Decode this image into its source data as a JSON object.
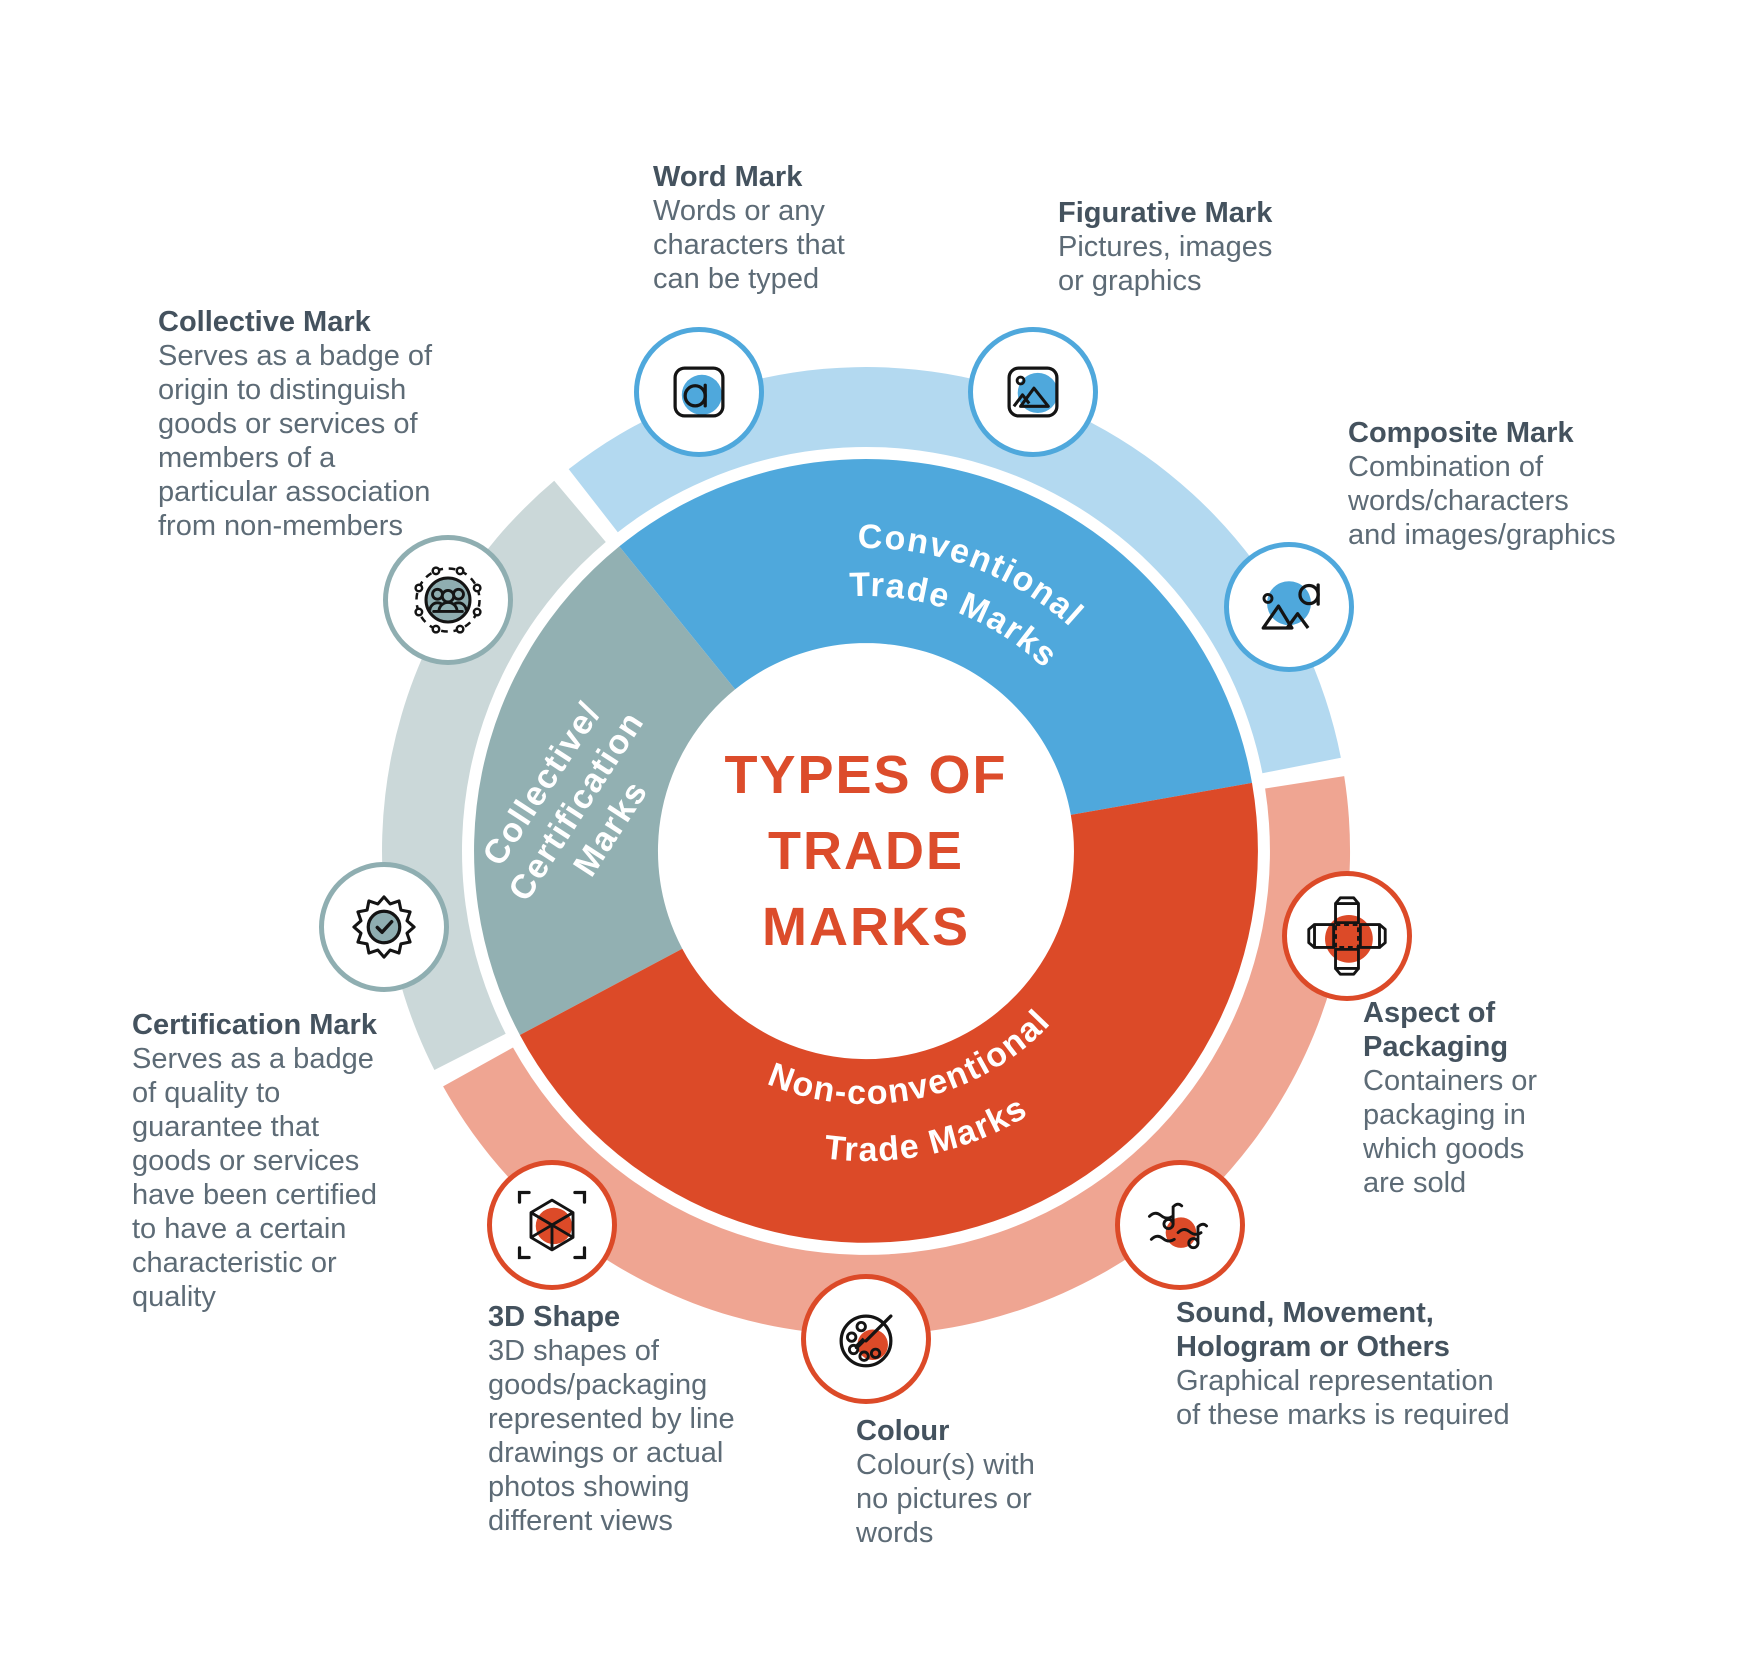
{
  "title": {
    "text": "TYPES OF\nTRADE\nMARKS",
    "color": "#DC4C2B"
  },
  "colors": {
    "conventional_inner": "#4FA8DC",
    "conventional_outer": "#B3D9F0",
    "nonconventional_inner": "#DC4A28",
    "nonconventional_outer": "#EFA592",
    "collective_inner": "#92B0B2",
    "collective_outer": "#CBD8D9",
    "heading_text": "#44525E",
    "body_text": "#5D6B76",
    "ring_label_text": "#FFFFFF"
  },
  "wheel": {
    "segments": [
      {
        "id": "conventional",
        "label": "Conventional Trade Marks",
        "label_lines": [
          "Conventional",
          "Trade Marks"
        ],
        "start_angle": 10,
        "end_angle": 129,
        "inner_color": "#4FA8DC",
        "outer_color": "#B3D9F0",
        "label_side": "top",
        "label_angle": 69.5,
        "label_radii": [
          303,
          255
        ]
      },
      {
        "id": "collective-certification",
        "label": "Collective/ Certification Marks",
        "label_lines": [
          "Collective/",
          "Certification",
          "Marks"
        ],
        "start_angle": 129,
        "end_angle": 208,
        "inner_color": "#92B0B2",
        "outer_color": "#CBD8D9",
        "label_side": "straight",
        "label_angle": 172,
        "label_radius": 284,
        "label_rotation": -57
      },
      {
        "id": "non-conventional",
        "label": "Non-conventional Trade Marks",
        "label_lines": [
          "Non-conventional",
          "Trade Marks"
        ],
        "start_angle": 208,
        "end_angle": 370,
        "inner_color": "#DC4A28",
        "outer_color": "#EFA592",
        "label_side": "bottom",
        "label_angle": 282,
        "label_radii": [
          253,
          310
        ]
      }
    ],
    "nodes": [
      {
        "id": "word",
        "icon": "word-mark-icon",
        "angle": 110,
        "accent": "#4FA8DC"
      },
      {
        "id": "figurative",
        "icon": "figurative-mark-icon",
        "angle": 70,
        "accent": "#4FA8DC"
      },
      {
        "id": "composite",
        "icon": "composite-mark-icon",
        "angle": 30,
        "accent": "#4FA8DC"
      },
      {
        "id": "packaging",
        "icon": "packaging-box-icon",
        "angle": -10,
        "accent": "#DC4A28"
      },
      {
        "id": "sound",
        "icon": "music-notes-icon",
        "angle": -50,
        "accent": "#DC4A28"
      },
      {
        "id": "colour",
        "icon": "colour-palette-icon",
        "angle": -90,
        "accent": "#DC4A28"
      },
      {
        "id": "shape3d",
        "icon": "cube-3d-icon",
        "angle": -130,
        "accent": "#DC4A28"
      },
      {
        "id": "certification",
        "icon": "certification-badge-icon",
        "angle": 189,
        "accent": "#8FAEB1"
      },
      {
        "id": "collective",
        "icon": "collective-people-icon",
        "angle": 149,
        "accent": "#8FAEB1"
      }
    ]
  },
  "labels": {
    "word": {
      "title": "Word Mark",
      "desc": "Words or any\ncharacters that\ncan be typed"
    },
    "figurative": {
      "title": "Figurative Mark",
      "desc": "Pictures, images\nor graphics"
    },
    "composite": {
      "title": "Composite Mark",
      "desc": "Combination of\nwords/characters\nand images/graphics"
    },
    "collective": {
      "title": "Collective Mark",
      "desc": "Serves as a badge of\norigin to distinguish\ngoods or services of\nmembers of a\nparticular association\nfrom non-members"
    },
    "certification": {
      "title": "Certification Mark",
      "desc": "Serves as a badge\nof quality to\nguarantee that\ngoods or services\nhave been certified\nto have a certain\ncharacteristic or\nquality"
    },
    "packaging": {
      "title": "Aspect of\nPackaging",
      "desc": "Containers or\npackaging in\nwhich goods\nare sold"
    },
    "sound": {
      "title": "Sound, Movement,\nHologram or Others",
      "desc": "Graphical representation\nof these marks is required"
    },
    "colour": {
      "title": "Colour",
      "desc": "Colour(s) with\nno pictures or\nwords"
    },
    "shape3d": {
      "title": "3D Shape",
      "desc": "3D shapes of\ngoods/packaging\nrepresented by line\ndrawings or actual\nphotos showing\ndifferent views"
    }
  }
}
